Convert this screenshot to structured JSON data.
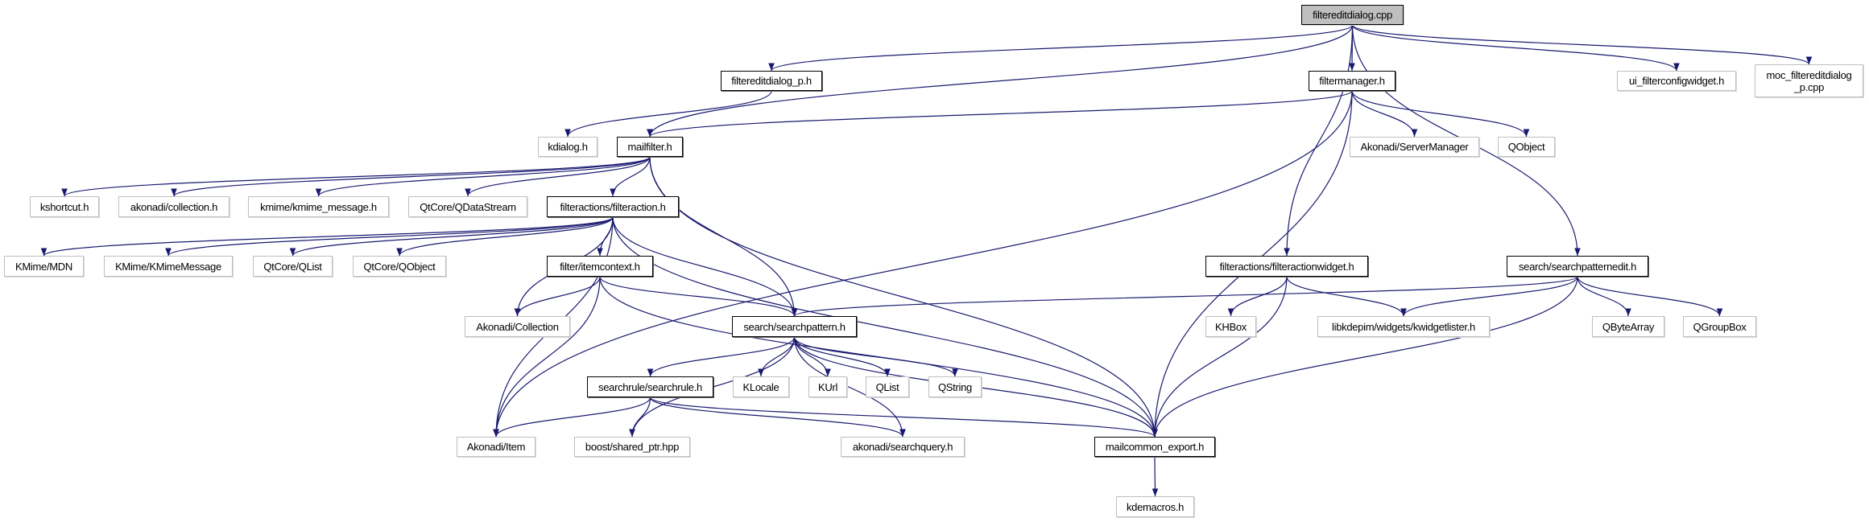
{
  "colors": {
    "edge": "#191970",
    "root_fill": "#bfbfbf",
    "documented_border": "#000000",
    "external_border": "#bfbfbf"
  },
  "nodes": {
    "root": {
      "label": "filtereditdialog.cpp"
    },
    "fedp": {
      "label": "filtereditdialog_p.h"
    },
    "fmgr": {
      "label": "filtermanager.h"
    },
    "uifc": {
      "label": "ui_filterconfigwidget.h"
    },
    "moc": {
      "label": "moc_filtereditdialog\n_p.cpp"
    },
    "kdialog": {
      "label": "kdialog.h"
    },
    "mailfilter": {
      "label": "mailfilter.h"
    },
    "servermgr": {
      "label": "Akonadi/ServerManager"
    },
    "qobject": {
      "label": "QObject"
    },
    "kshortcut": {
      "label": "kshortcut.h"
    },
    "akcollh": {
      "label": "akonadi/collection.h"
    },
    "kmimemsg": {
      "label": "kmime/kmime_message.h"
    },
    "qdatastream": {
      "label": "QtCore/QDataStream"
    },
    "faction": {
      "label": "filteractions/filteraction.h"
    },
    "mdn": {
      "label": "KMime/MDN"
    },
    "kmimemessage": {
      "label": "KMime/KMimeMessage"
    },
    "qtqlist": {
      "label": "QtCore/QList"
    },
    "qtqobject": {
      "label": "QtCore/QObject"
    },
    "itemctx": {
      "label": "filter/itemcontext.h"
    },
    "fawidget": {
      "label": "filteractions/filteractionwidget.h"
    },
    "spedit": {
      "label": "search/searchpatternedit.h"
    },
    "akcoll": {
      "label": "Akonadi/Collection"
    },
    "spattern": {
      "label": "search/searchpattern.h"
    },
    "khbox": {
      "label": "KHBox"
    },
    "kwlister": {
      "label": "libkdepim/widgets/kwidgetlister.h"
    },
    "qbytearray": {
      "label": "QByteArray"
    },
    "qgroupbox": {
      "label": "QGroupBox"
    },
    "srule": {
      "label": "searchrule/searchrule.h"
    },
    "klocale": {
      "label": "KLocale"
    },
    "kurl": {
      "label": "KUrl"
    },
    "qlist": {
      "label": "QList"
    },
    "qstring": {
      "label": "QString"
    },
    "akitem": {
      "label": "Akonadi/Item"
    },
    "boost": {
      "label": "boost/shared_ptr.hpp"
    },
    "squery": {
      "label": "akonadi/searchquery.h"
    },
    "mcexport": {
      "label": "mailcommon_export.h"
    },
    "kdemacros": {
      "label": "kdemacros.h"
    }
  },
  "edges": [
    [
      "root",
      "fedp"
    ],
    [
      "root",
      "mailfilter"
    ],
    [
      "root",
      "fmgr"
    ],
    [
      "root",
      "fawidget"
    ],
    [
      "root",
      "spedit"
    ],
    [
      "root",
      "uifc"
    ],
    [
      "root",
      "moc"
    ],
    [
      "fedp",
      "kdialog"
    ],
    [
      "fmgr",
      "mailfilter"
    ],
    [
      "fmgr",
      "akitem"
    ],
    [
      "fmgr",
      "mcexport"
    ],
    [
      "fmgr",
      "servermgr"
    ],
    [
      "fmgr",
      "qobject"
    ],
    [
      "mailfilter",
      "kshortcut"
    ],
    [
      "mailfilter",
      "akcollh"
    ],
    [
      "mailfilter",
      "kmimemsg"
    ],
    [
      "mailfilter",
      "qdatastream"
    ],
    [
      "mailfilter",
      "faction"
    ],
    [
      "mailfilter",
      "spattern"
    ],
    [
      "mailfilter",
      "mcexport"
    ],
    [
      "faction",
      "mdn"
    ],
    [
      "faction",
      "kmimemessage"
    ],
    [
      "faction",
      "qtqlist"
    ],
    [
      "faction",
      "qtqobject"
    ],
    [
      "faction",
      "akitem"
    ],
    [
      "faction",
      "akcoll"
    ],
    [
      "faction",
      "itemctx"
    ],
    [
      "faction",
      "spattern"
    ],
    [
      "faction",
      "mcexport"
    ],
    [
      "itemctx",
      "akcoll"
    ],
    [
      "itemctx",
      "akitem"
    ],
    [
      "itemctx",
      "spattern"
    ],
    [
      "itemctx",
      "mcexport"
    ],
    [
      "spattern",
      "srule"
    ],
    [
      "spattern",
      "klocale"
    ],
    [
      "spattern",
      "kurl"
    ],
    [
      "spattern",
      "qlist"
    ],
    [
      "spattern",
      "qstring"
    ],
    [
      "spattern",
      "boost"
    ],
    [
      "spattern",
      "squery"
    ],
    [
      "spattern",
      "mcexport"
    ],
    [
      "srule",
      "akitem"
    ],
    [
      "srule",
      "boost"
    ],
    [
      "srule",
      "squery"
    ],
    [
      "srule",
      "mcexport"
    ],
    [
      "fawidget",
      "khbox"
    ],
    [
      "fawidget",
      "kwlister"
    ],
    [
      "fawidget",
      "mcexport"
    ],
    [
      "spedit",
      "spattern"
    ],
    [
      "spedit",
      "kwlister"
    ],
    [
      "spedit",
      "qbytearray"
    ],
    [
      "spedit",
      "qgroupbox"
    ],
    [
      "spedit",
      "mcexport"
    ],
    [
      "mcexport",
      "kdemacros"
    ]
  ]
}
